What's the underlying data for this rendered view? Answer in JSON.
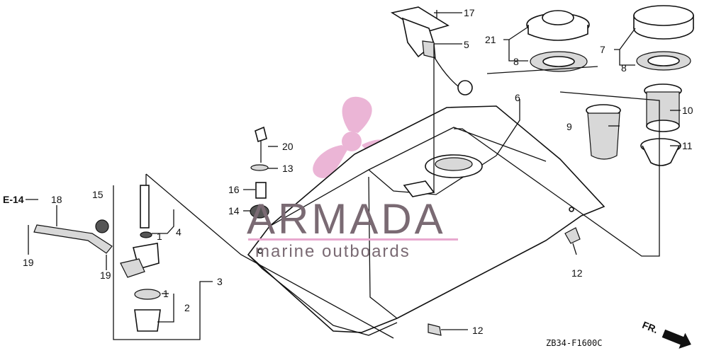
{
  "diagram": {
    "code": "ZB34-F1600C",
    "front_marker": "FR.",
    "reference": "E-14",
    "watermark": {
      "brand": "ARMADA",
      "tagline": "marine outboards",
      "accent": "#e8a9cf"
    },
    "callouts": {
      "c1": "1",
      "c1b": "1",
      "c2": "2",
      "c3": "3",
      "c4": "4",
      "c5": "5",
      "c6": "6",
      "c7": "7",
      "c8": "8",
      "c8b": "8",
      "c9": "9",
      "c10": "10",
      "c11": "11",
      "c12": "12",
      "c12b": "12",
      "c13": "13",
      "c14": "14",
      "c15": "15",
      "c16": "16",
      "c17": "17",
      "c18": "18",
      "c19": "19",
      "c19b": "19",
      "c20": "20",
      "c21": "21"
    }
  }
}
